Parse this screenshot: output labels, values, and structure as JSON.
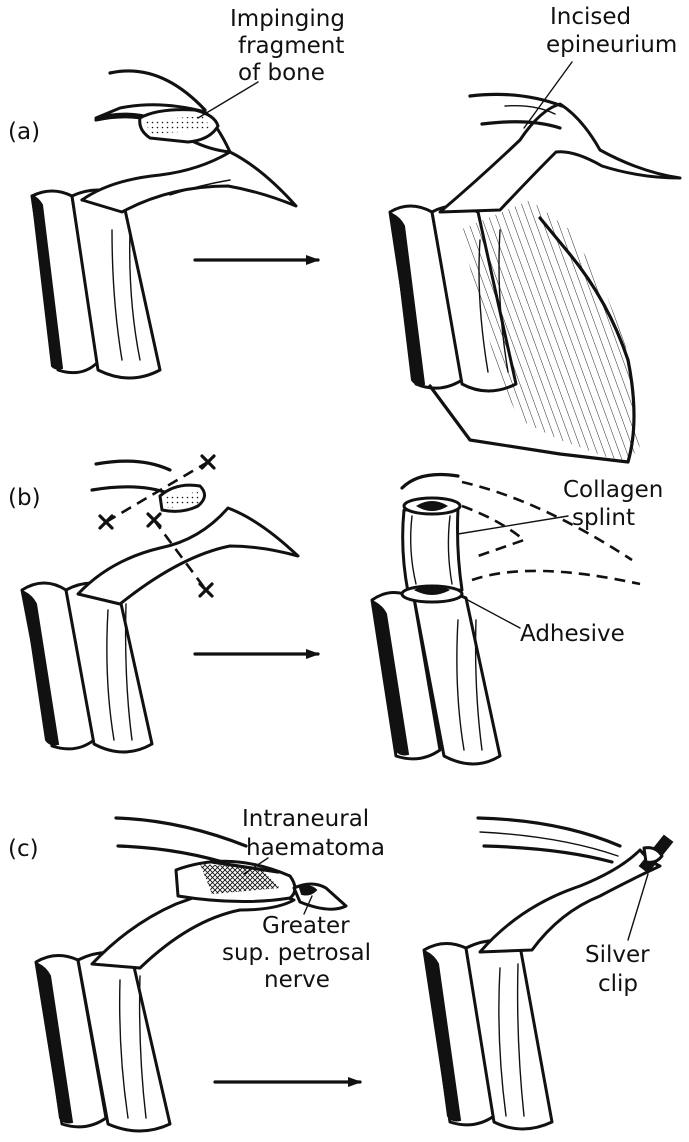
{
  "panels": [
    {
      "id": "a",
      "tag": "(a)",
      "labels": [
        "Impinging",
        "fragment",
        "of bone",
        "Incised",
        "epineurium"
      ]
    },
    {
      "id": "b",
      "tag": "(b)",
      "labels": [
        "Collagen",
        "splint",
        "Adhesive"
      ]
    },
    {
      "id": "c",
      "tag": "(c)",
      "labels": [
        "Intraneural",
        "haematoma",
        "Greater",
        "sup. petrosal",
        "nerve",
        "Silver",
        "clip"
      ]
    }
  ]
}
